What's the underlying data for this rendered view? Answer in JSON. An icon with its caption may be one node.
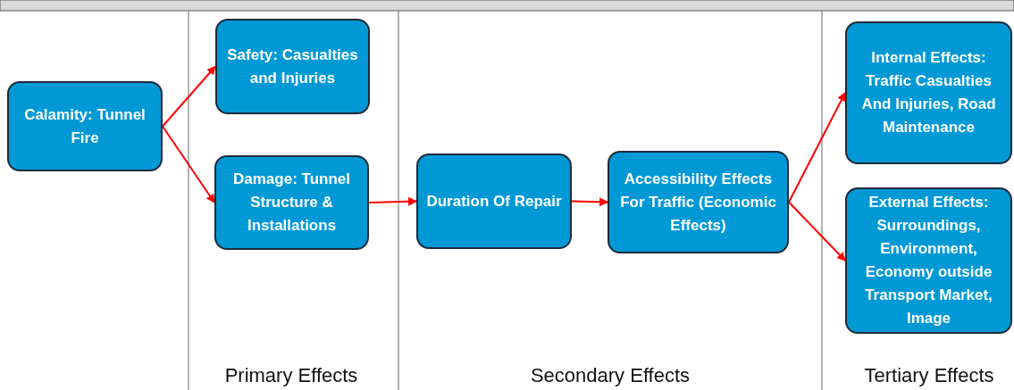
{
  "diagram": {
    "nodes": [
      {
        "text": [
          "Calamity: Tunnel Fire"
        ]
      },
      {
        "text": [
          "Safety: Casualties and Injuries"
        ]
      },
      {
        "text": [
          "Damage: Tunnel Structure & Installations"
        ]
      },
      {
        "text": [
          "Duration Of Repair"
        ]
      },
      {
        "text": [
          "Accessibility Effects For Traffic (Economic Effects)"
        ]
      },
      {
        "text": [
          "Internal Effects: Traffic Casualties And Injuries, Road Maintenance"
        ]
      },
      {
        "text": [
          "External Effects: Surroundings, Environment, Economy outside Transport Market, Image"
        ]
      }
    ],
    "edges": [
      {
        "from": 0,
        "to": 1,
        "arrow": "to"
      },
      {
        "from": 0,
        "to": 2,
        "arrow": "to"
      },
      {
        "from": 2,
        "to": 3,
        "arrow": "to"
      },
      {
        "from": 3,
        "to": 4,
        "arrow": "to"
      },
      {
        "from": 4,
        "to": 5,
        "arrow": "to"
      },
      {
        "from": 4,
        "to": 6,
        "arrow": "to"
      }
    ],
    "labels": [
      "Primary Effects",
      "Secondary Effects",
      "Tertiary Effects"
    ]
  }
}
